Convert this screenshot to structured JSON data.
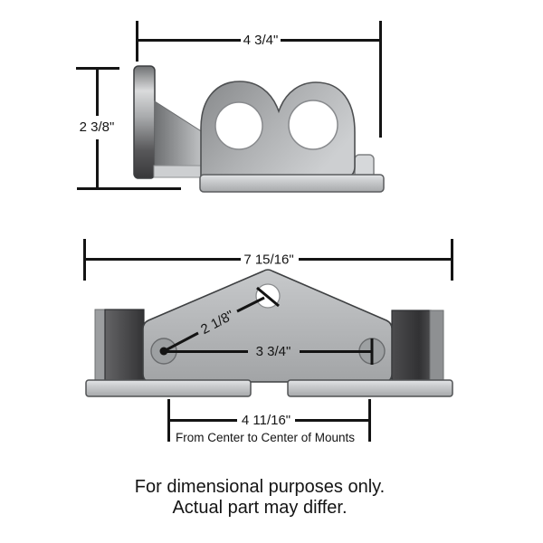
{
  "side_view": {
    "width_dim_label": "4 3/4\"",
    "height_dim_label": "2 3/8\""
  },
  "front_view": {
    "overall_width_dim_label": "7 15/16\"",
    "diagonal_dim_label": "2 1/8\"",
    "hole_spacing_dim_label": "3 3/4\"",
    "mount_spacing_dim_label": "4 11/16\"",
    "mount_spacing_note": "From Center to Center of Mounts"
  },
  "disclaimer": {
    "line1": "For dimensional purposes only.",
    "line2": "Actual part may differ."
  },
  "colors": {
    "dimension_lines": "#141414",
    "metal_light": "#cdcfd1",
    "metal_mid": "#a8aaac",
    "metal_dark": "#3a3c3e",
    "mount_rubber_dark": "#3b3b3d",
    "background": "#ffffff"
  }
}
